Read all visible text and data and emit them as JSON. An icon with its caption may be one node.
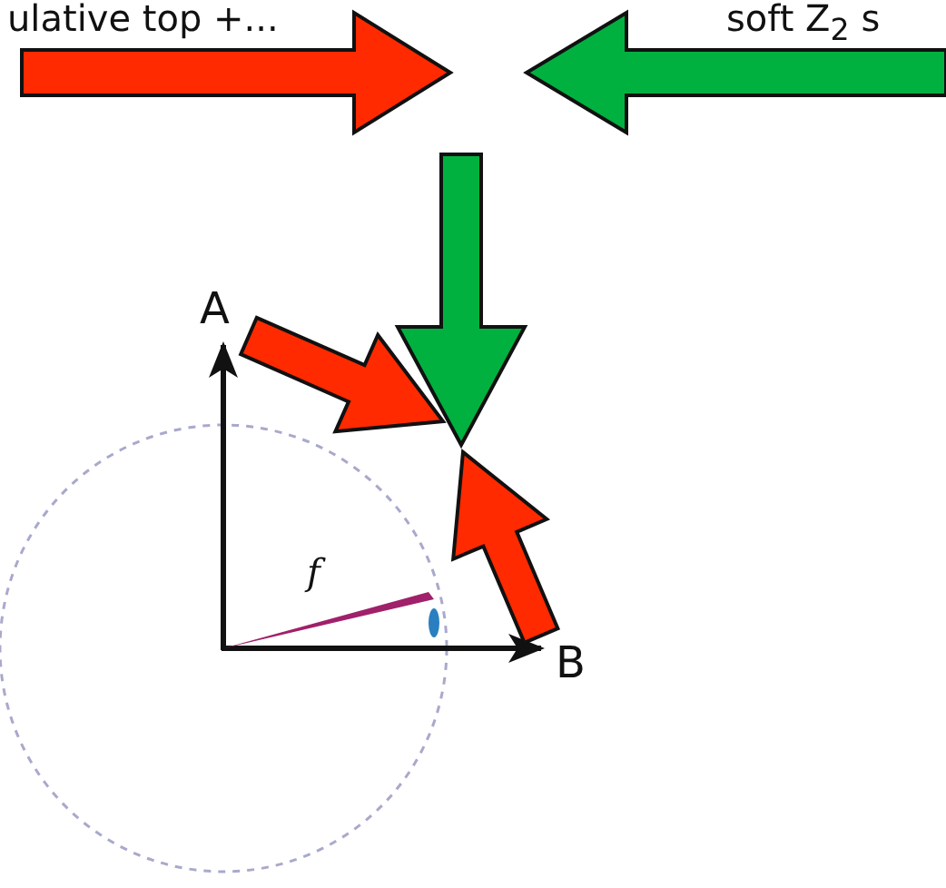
{
  "diagram": {
    "labels": [
      "ulative top +...",
      "soft Z$_{2}$ s",
      "A",
      "B",
      "f"
    ]
  }
}
